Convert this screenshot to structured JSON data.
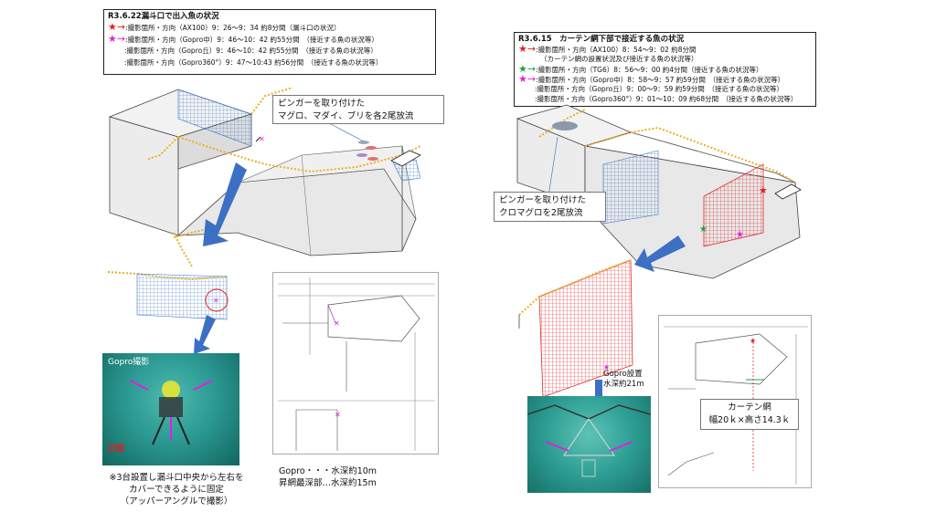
{
  "left": {
    "header": {
      "title": "R3.6.22漏斗口で出入魚の状況",
      "line1_arrow": "★→",
      "line1": ":撮影箇所・方向（AX100）9：26〜9：34 約8分間（漏斗口の状況）",
      "line2_arrow": "★→",
      "line2": ":撮影箇所・方向（Gopro中）9：46〜10：42 約55分間　（接近する魚の状況等）",
      "line3": ":撮影箇所・方向（Gopro丘）9：46〜10：42 約55分間　（接近する魚の状況等）",
      "line4": ":撮影箇所・方向（Gopro360°）9：47〜10:43 約56分間　（接近する魚の状況等）"
    },
    "callout_lines": [
      "ピンガーを取り付けた",
      "マグロ、マダイ、ブリを各2尾放流"
    ],
    "photo_label": "Gopro撮影",
    "photo_red_label": "正面",
    "note_lines": [
      "※3台設置し漏斗口中央から左右を",
      "カバーできるように固定",
      "（アッパーアングルで撮影）"
    ],
    "depth_lines": [
      "Gopro・・・水深約10m",
      "昇網最深部…水深約15m"
    ]
  },
  "right": {
    "header": {
      "title": "R3.6.15　カーテン網下部で接近する魚の状況",
      "line1_arrow": "★→",
      "line1": ":撮影箇所・方向（AX100）8：54〜9：02 約8分間",
      "line1b": "（カーテン網の設置状況及び接近する魚の状況等）",
      "line2_arrow": "★→",
      "line2": ":撮影箇所・方向（TG6）8：56〜9：00 約4分間（接近する魚の状況等）",
      "line3_arrow": "★→",
      "line3": ":撮影箇所・方向（Gopro中）8：58〜9：57 約59分間　（接近する魚の状況等）",
      "line4": ":撮影箇所・方向（Gopro丘）9：00〜9：59 約59分間　（接近する魚の状況等）",
      "line5": ":撮影箇所・方向（Gopro360°）9：01〜10：09 約68分間　（接近する魚の状況等）"
    },
    "callout_lines": [
      "ピンガーを取り付けた",
      "クロマグロを2尾放流"
    ],
    "gopro_lines": [
      "Gopro設置",
      "水深約21m"
    ],
    "curtain_lines": [
      "カーテン網",
      "幅20ｋ×高さ14.3ｋ"
    ]
  },
  "colors": {
    "float_line": "#e8b020",
    "net_blue": "#3a78c8",
    "net_red": "#e02828",
    "arrow_blue": "#3d6fc4",
    "water": "#2c9a93",
    "magenta": "#e020e0"
  }
}
